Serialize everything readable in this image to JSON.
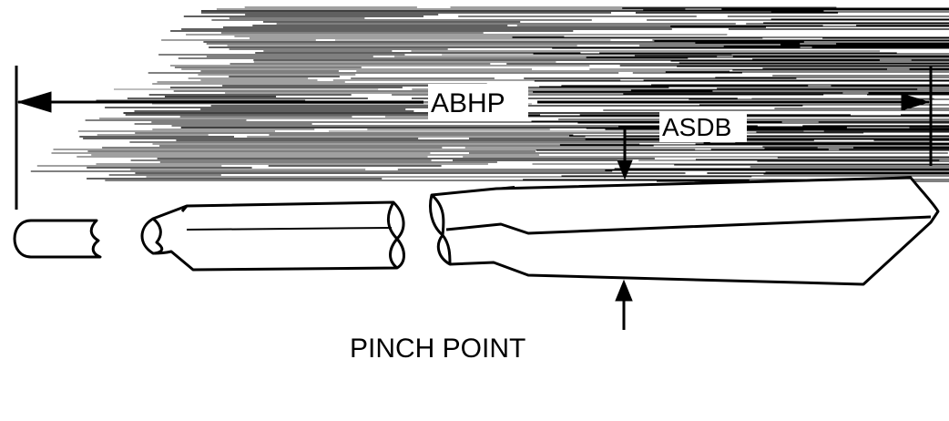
{
  "labels": {
    "overall_length": "ABHP",
    "secondary_dim": "ASDB",
    "pinch_point": "PINCH POINT"
  },
  "colors": {
    "ink": "#000000",
    "background": "#ffffff",
    "hatch": "#000000"
  }
}
